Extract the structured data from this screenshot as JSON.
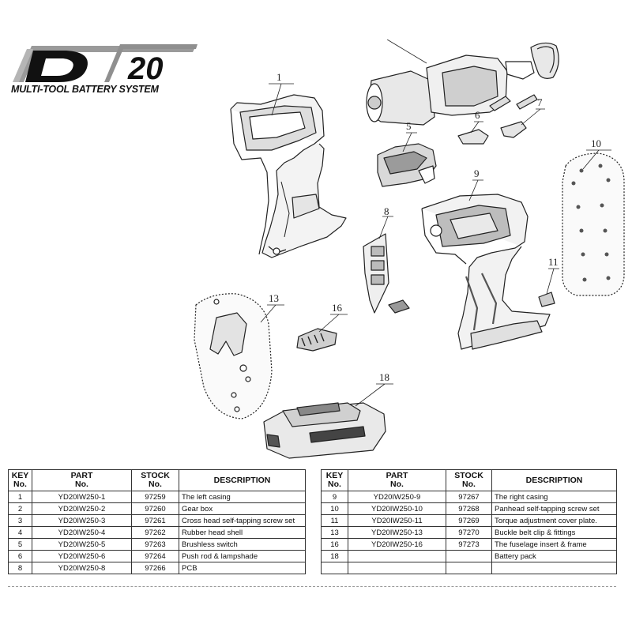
{
  "logo": {
    "letter": "D",
    "number": "20",
    "tagline": "MULTI-TOOL BATTERY SYSTEM"
  },
  "callouts": [
    "1",
    "5",
    "6",
    "7",
    "8",
    "9",
    "10",
    "11",
    "13",
    "16",
    "18"
  ],
  "parts_table": {
    "headers": {
      "key": [
        "KEY",
        "No."
      ],
      "part": [
        "PART",
        "No."
      ],
      "stock": [
        "STOCK",
        "No."
      ],
      "description": "DESCRIPTION"
    },
    "left_rows": [
      {
        "key": "1",
        "part": "YD20IW250-1",
        "stock": "97259",
        "description": "The left casing"
      },
      {
        "key": "2",
        "part": "YD20IW250-2",
        "stock": "97260",
        "description": "Gear box"
      },
      {
        "key": "3",
        "part": "YD20IW250-3",
        "stock": "97261",
        "description": "Cross head self-tapping screw set"
      },
      {
        "key": "4",
        "part": "YD20IW250-4",
        "stock": "97262",
        "description": "Rubber head shell"
      },
      {
        "key": "5",
        "part": "YD20IW250-5",
        "stock": "97263",
        "description": "Brushless switch"
      },
      {
        "key": "6",
        "part": "YD20IW250-6",
        "stock": "97264",
        "description": "Push rod & lampshade"
      },
      {
        "key": "8",
        "part": "YD20IW250-8",
        "stock": "97266",
        "description": "PCB"
      }
    ],
    "right_rows": [
      {
        "key": "9",
        "part": "YD20IW250-9",
        "stock": "97267",
        "description": "The right casing"
      },
      {
        "key": "10",
        "part": "YD20IW250-10",
        "stock": "97268",
        "description": "Panhead self-tapping screw set"
      },
      {
        "key": "11",
        "part": "YD20IW250-11",
        "stock": "97269",
        "description": "Torque adjustment cover plate."
      },
      {
        "key": "13",
        "part": "YD20IW250-13",
        "stock": "97270",
        "description": "Buckle belt clip & fittings"
      },
      {
        "key": "16",
        "part": "YD20IW250-16",
        "stock": "97273",
        "description": "The fuselage insert &  frame"
      },
      {
        "key": "18",
        "part": "",
        "stock": "",
        "description": "Battery pack"
      },
      {
        "key": "",
        "part": "",
        "stock": "",
        "description": ""
      }
    ]
  }
}
